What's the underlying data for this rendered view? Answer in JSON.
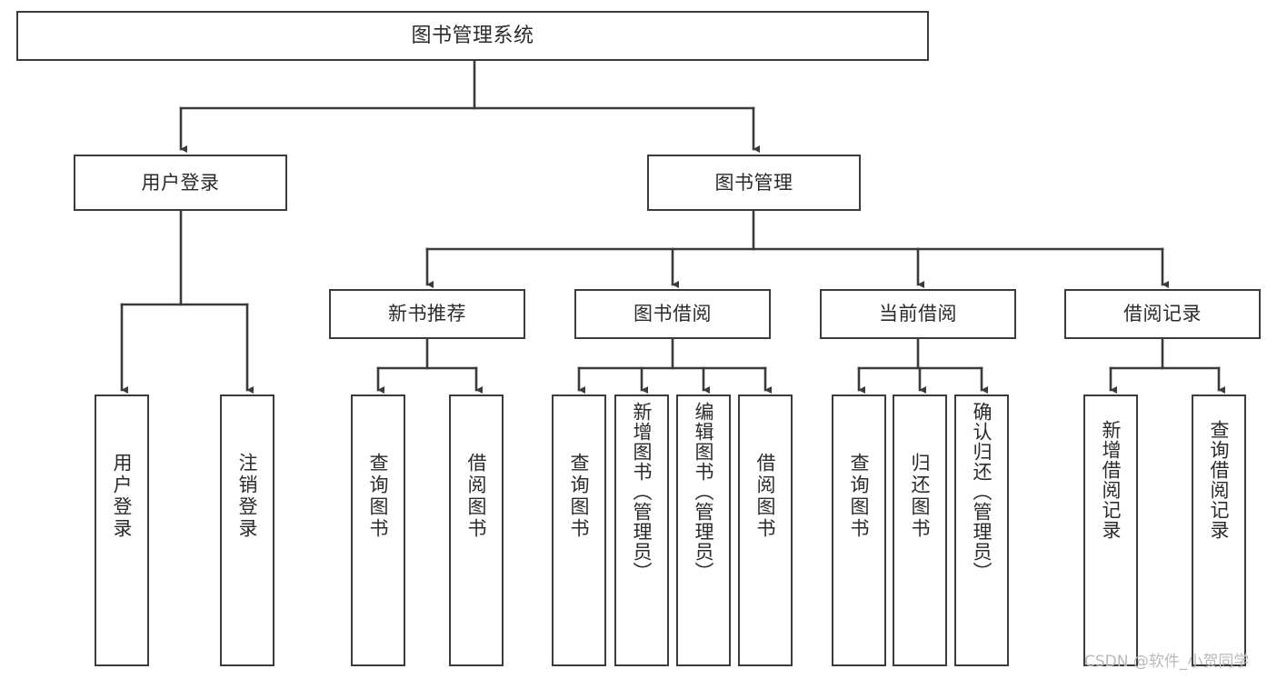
{
  "diagram": {
    "title": "图书管理系统",
    "type": "tree",
    "watermark": "CSDN @软件_小贺同学",
    "colors": {
      "border": "#3b3b3b",
      "edge": "#3b3b3b",
      "text": "#2b2b2b",
      "background": "#ffffff",
      "watermark": "#b9b9b9"
    },
    "nodes": {
      "root": {
        "label": "图书管理系统"
      },
      "level2": [
        {
          "id": "user_login",
          "label": "用户登录"
        },
        {
          "id": "book_manage",
          "label": "图书管理"
        }
      ],
      "level3": [
        {
          "id": "new_book_rec",
          "label": "新书推荐"
        },
        {
          "id": "book_borrow",
          "label": "图书借阅"
        },
        {
          "id": "current_borrow",
          "label": "当前借阅"
        },
        {
          "id": "borrow_record",
          "label": "借阅记录"
        }
      ],
      "leaves": {
        "user_login": [
          {
            "id": "leaf_user_login",
            "label": "用户登录"
          },
          {
            "id": "leaf_user_logout",
            "label": "注销登录"
          }
        ],
        "new_book_rec": [
          {
            "id": "leaf_query_book_1",
            "label": "查询图书"
          },
          {
            "id": "leaf_borrow_book_1",
            "label": "借阅图书"
          }
        ],
        "book_borrow": [
          {
            "id": "leaf_query_book_2",
            "label": "查询图书"
          },
          {
            "id": "leaf_add_book",
            "label": "新增图书（管理员）"
          },
          {
            "id": "leaf_edit_book",
            "label": "编辑图书（管理员）"
          },
          {
            "id": "leaf_borrow_book_2",
            "label": "借阅图书"
          }
        ],
        "current_borrow": [
          {
            "id": "leaf_query_book_3",
            "label": "查询图书"
          },
          {
            "id": "leaf_return_book",
            "label": "归还图书"
          },
          {
            "id": "leaf_confirm_return",
            "label": "确认归还（管理员）"
          }
        ],
        "borrow_record": [
          {
            "id": "leaf_add_record",
            "label": "新增借阅记录"
          },
          {
            "id": "leaf_query_record",
            "label": "查询借阅记录"
          }
        ]
      }
    }
  }
}
